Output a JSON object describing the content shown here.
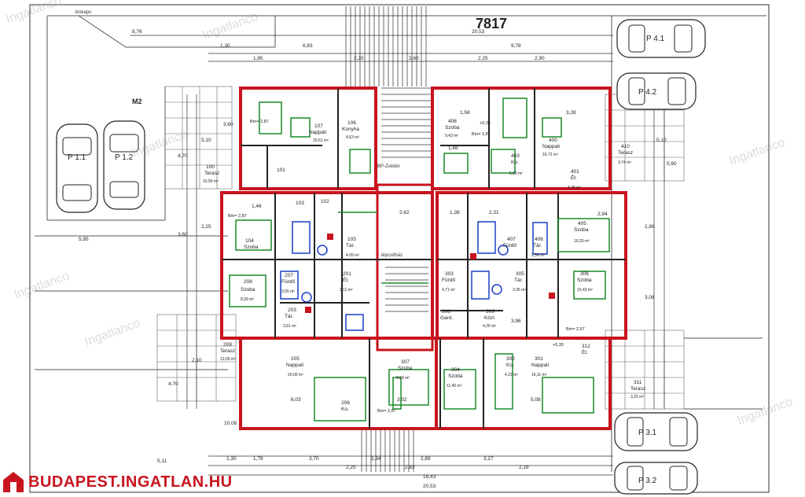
{
  "plan": {
    "lot_number": "7817",
    "top_left_note": "kiskapu"
  },
  "parking": [
    {
      "id": "p11",
      "label": "P 1.1"
    },
    {
      "id": "p12",
      "label": "P 1.2"
    },
    {
      "id": "p41",
      "label": "P 4.1"
    },
    {
      "id": "p42",
      "label": "P 4.2"
    },
    {
      "id": "p31",
      "label": "P 3.1"
    },
    {
      "id": "p32",
      "label": "P 3.2"
    }
  ],
  "rooms": [
    {
      "id": "r107",
      "num": "107",
      "name": "Nappali",
      "area": "20,61 m²"
    },
    {
      "id": "r106",
      "num": "106",
      "name": "Konyha",
      "area": "4,63 m²"
    },
    {
      "id": "r101",
      "num": "101",
      "name": "",
      "area": ""
    },
    {
      "id": "r102",
      "num": "102",
      "name": "",
      "area": ""
    },
    {
      "id": "r103",
      "num": "103",
      "name": "",
      "area": ""
    },
    {
      "id": "r104",
      "num": "104",
      "name": "Szoba",
      "area": ""
    },
    {
      "id": "r105",
      "num": "105",
      "name": "Tár.",
      "area": "4,09 m²"
    },
    {
      "id": "r408",
      "num": "408",
      "name": "Szoba",
      "area": "9,43 m²"
    },
    {
      "id": "r400",
      "num": "400",
      "name": "Nappali",
      "area": "16,72 m²"
    },
    {
      "id": "r403",
      "num": "403",
      "name": "Ko.",
      "area": "5,00 m²"
    },
    {
      "id": "r401",
      "num": "401",
      "name": "Ét.",
      "area": "4,28 m²"
    },
    {
      "id": "r410",
      "num": "410",
      "name": "Terasz",
      "area": "3,74 m²"
    },
    {
      "id": "r405",
      "num": "405",
      "name": "Szoba",
      "area": "10,20 m²"
    },
    {
      "id": "r407",
      "num": "407",
      "name": "Fürdő",
      "area": ""
    },
    {
      "id": "r406",
      "num": "406",
      "name": "Tár.",
      "area": "2,56 m²"
    },
    {
      "id": "r208",
      "num": "208",
      "name": "Szoba",
      "area": "8,39 m²"
    },
    {
      "id": "r207",
      "num": "207",
      "name": "Fürdő",
      "area": "3,55 m²"
    },
    {
      "id": "r201",
      "num": "201",
      "name": "Ét.",
      "area": "3,11 m²"
    },
    {
      "id": "r203",
      "num": "203",
      "name": "Tár.",
      "area": "3,61 m²"
    },
    {
      "id": "r209",
      "num": "209",
      "name": "Terasz",
      "area": "13,60 m²"
    },
    {
      "id": "r205",
      "num": "205",
      "name": "Nappali",
      "area": "20,00 m²"
    },
    {
      "id": "r206",
      "num": "206",
      "name": "Ko.",
      "area": ""
    },
    {
      "id": "r307",
      "num": "307",
      "name": "Szoba",
      "area": "9,59 m²"
    },
    {
      "id": "r304",
      "num": "304",
      "name": "Szoba",
      "area": "11,40 m²"
    },
    {
      "id": "r303",
      "num": "303",
      "name": "Fürdő",
      "area": "4,71 m²"
    },
    {
      "id": "r305",
      "num": "305",
      "name": "Tár.",
      "area": "3,36 m²"
    },
    {
      "id": "r306",
      "num": "306",
      "name": "Szoba",
      "area": "10,43 m²"
    },
    {
      "id": "r308",
      "num": "308",
      "name": "Gard.",
      "area": ""
    },
    {
      "id": "r309",
      "num": "309",
      "name": "Közl.",
      "area": "4,26 m²"
    },
    {
      "id": "r302",
      "num": "302",
      "name": "Ko.",
      "area": "4,22 m²"
    },
    {
      "id": "r301",
      "num": "301",
      "name": "Nappali",
      "area": "16,11 m²"
    },
    {
      "id": "r311",
      "num": "311",
      "name": "Terasz",
      "area": "3,25 m²"
    },
    {
      "id": "r312",
      "num": "312",
      "name": "Ét.",
      "area": ""
    },
    {
      "id": "r100",
      "num": "100",
      "name": "Terasz",
      "area": "15,55 m²"
    }
  ],
  "dimensions": {
    "top": [
      "8,76",
      "20,53",
      "6,83",
      "9,78",
      "1,30",
      "1,85",
      "2,20",
      "2,60",
      "2,25",
      "2,90",
      "3,28",
      "1,58"
    ],
    "bottom": [
      "1,30",
      "1,78",
      "3,70",
      "2,34",
      "2,89",
      "3,27",
      "2,18",
      "2,25",
      "2,82",
      "18,43",
      "20,53"
    ],
    "left": [
      "3,60",
      "5,10",
      "2,25",
      "4,70",
      "3,60",
      "2,10",
      "4,70",
      "5,11"
    ],
    "right": [
      "5,90",
      "5,10",
      "2,88",
      "3,08"
    ],
    "inner": [
      "5,95",
      "1,46",
      "2,94",
      "10,08",
      "6,03",
      "5,08",
      "3,02",
      "3,96",
      "2,62",
      "1,48",
      "1,38",
      "2,31"
    ]
  },
  "labels": {
    "section_marker": "M2",
    "levels": [
      "Bm= 2,87",
      "Bm= 2,67",
      "+0,35"
    ],
    "stair": "lépcsőház",
    "bf_zone": "BP-Zvédet",
    "watermark": "Ingatlanco"
  },
  "footer": {
    "brand": "BUDAPEST.INGATLAN.HU"
  }
}
